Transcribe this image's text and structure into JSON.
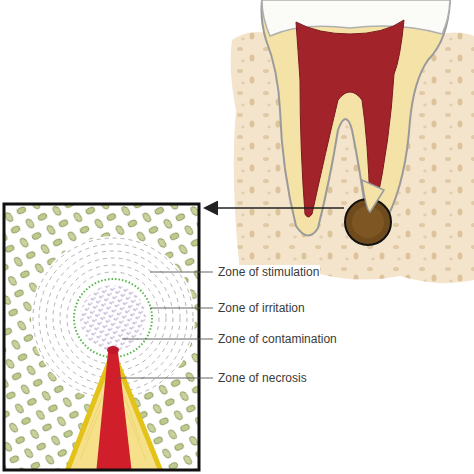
{
  "diagram": {
    "labels": [
      "Zone of stimulation",
      "Zone of irritation",
      "Zone of contamination",
      "Zone of necrosis"
    ]
  }
}
